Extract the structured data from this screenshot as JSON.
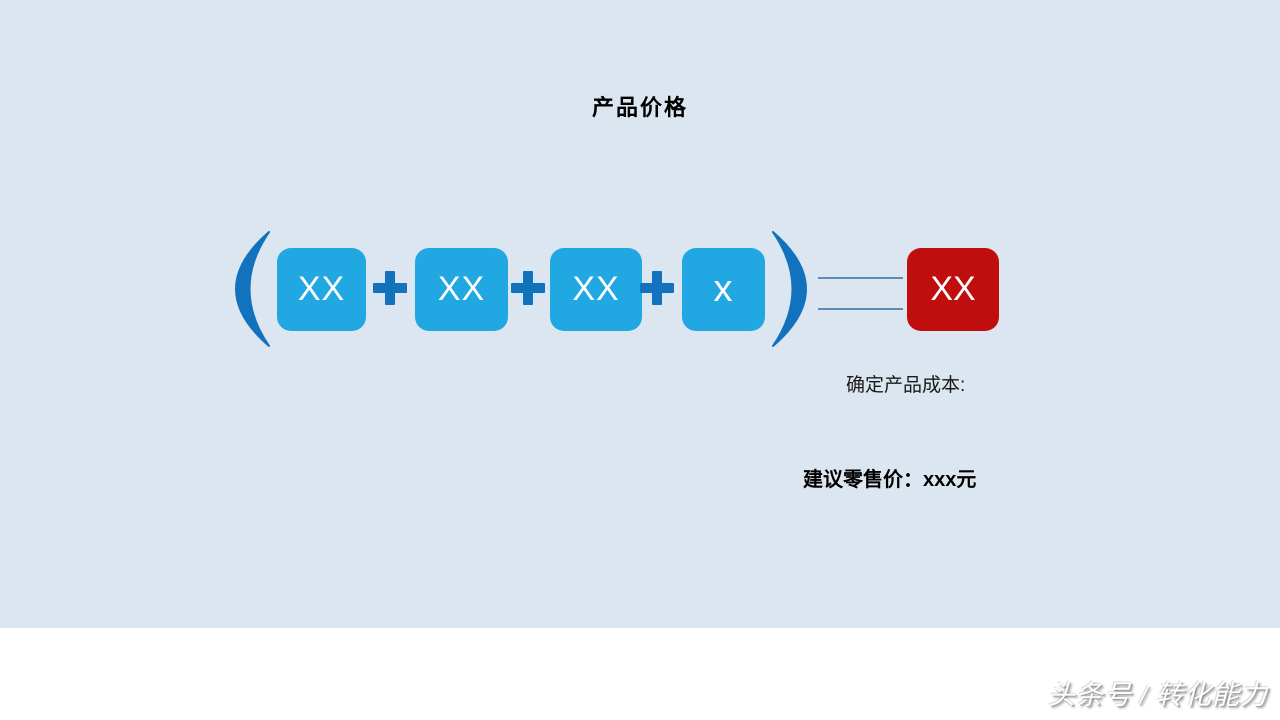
{
  "slide": {
    "title": "产品价格",
    "formula": {
      "open_paren": "(",
      "close_paren": ")",
      "terms": [
        "XX",
        "XX",
        "XX",
        "x"
      ],
      "operator": "+",
      "result": "XX"
    },
    "cost_label": "确定产品成本:",
    "retail_price_label": "建议零售价：xxx元",
    "watermark": "头条号 / 转化能力",
    "colors": {
      "background": "#dce6f1",
      "bottom_strip": "#ffffff",
      "term_box": "#21a8e3",
      "accent_dark_blue": "#1272bd",
      "result_box": "#c00d0d",
      "connector_line": "#5e8ab8",
      "box_text": "#ffffff",
      "title_text": "#000000"
    }
  }
}
